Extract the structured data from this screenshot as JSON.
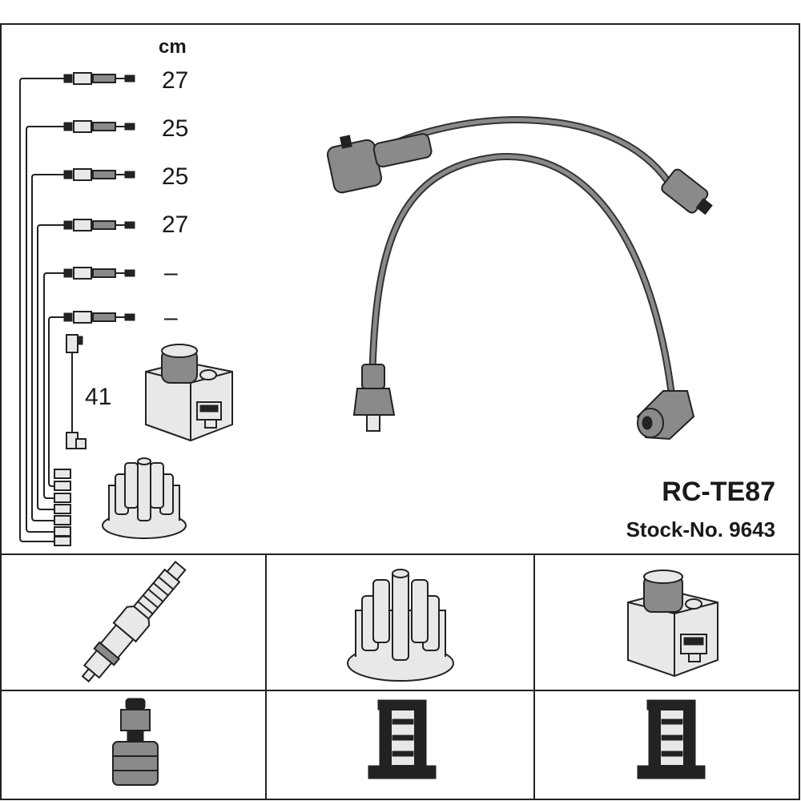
{
  "legend": {
    "unit": "cm",
    "lengths": [
      "27",
      "25",
      "25",
      "27",
      "–",
      "–"
    ],
    "coil_lead_length": "41"
  },
  "product": {
    "code": "RC-TE87",
    "stock_no": "Stock-No. 9643"
  },
  "bottom_row_parts": [
    "spark-plug",
    "distributor-cap",
    "ignition-coil"
  ],
  "bottom_row_terminals": [
    "spark-plug-terminal",
    "distributor-terminal",
    "coil-terminal"
  ]
}
